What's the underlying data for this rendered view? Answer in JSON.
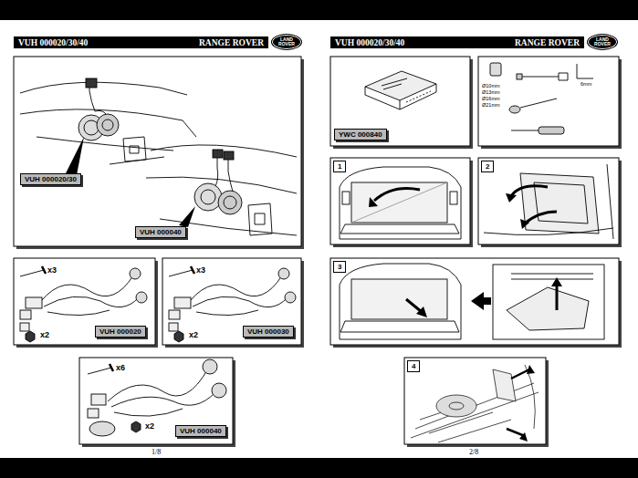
{
  "diagram": {
    "nodes": [
      {
        "text": [
          "VUH 000020/30/40",
          "RANGE ROVER"
        ]
      },
      {
        "text": [
          "LAND ROVER"
        ]
      },
      {
        "text": [
          "VUH 000020/30"
        ]
      },
      {
        "text": [
          "VUH 000040"
        ]
      },
      {
        "text": [
          "VUH 000020"
        ]
      },
      {
        "text": [
          "VUH 000030"
        ]
      },
      {
        "text": [
          "VUH 000040"
        ]
      },
      {
        "text": [
          "VUH 000020/30/40",
          "RANGE ROVER"
        ]
      },
      {
        "text": [
          "LAND ROVER"
        ]
      },
      {
        "text": [
          "YWC 000840"
        ]
      },
      {
        "text": [
          "1"
        ]
      },
      {
        "text": [
          "2"
        ]
      },
      {
        "text": [
          "3"
        ]
      },
      {
        "text": [
          "4"
        ]
      }
    ],
    "labels": [
      "x3",
      "x2",
      "x3",
      "x2",
      "x6",
      "x2",
      "1/8",
      "Ø10mm",
      "Ø13mm",
      "Ø16mm",
      "Ø21mm",
      "6mm",
      "2/8"
    ]
  }
}
